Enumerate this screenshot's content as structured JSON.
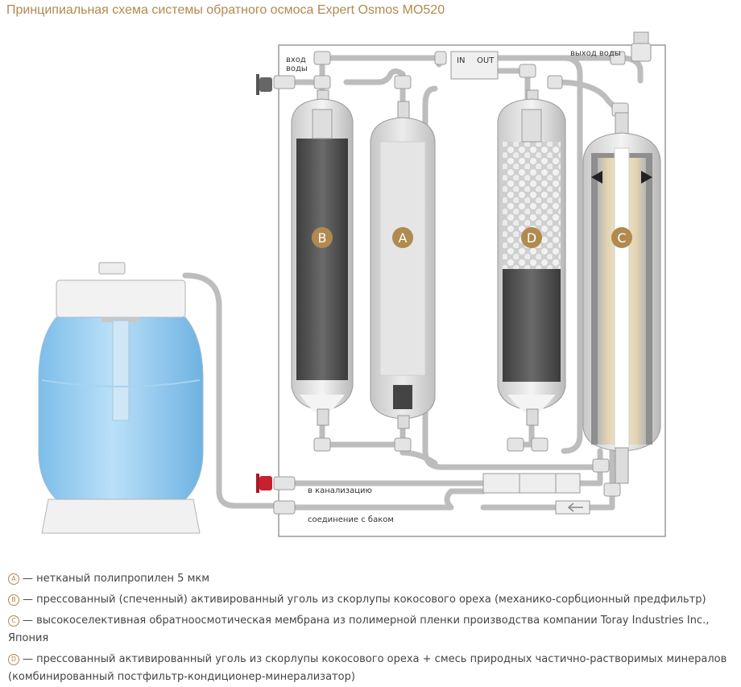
{
  "title": "Принципиальная схема системы обратного осмоса Expert Osmos MO520",
  "labels": {
    "inlet": [
      "вход",
      "воды"
    ],
    "outlet": "выход воды",
    "drain": "в канализацию",
    "tank_connection": "соединение с баком",
    "flow_in": "IN",
    "flow_out": "OUT"
  },
  "filters": [
    {
      "letter": "B"
    },
    {
      "letter": "A"
    },
    {
      "letter": "D"
    },
    {
      "letter": "C"
    }
  ],
  "legend": [
    {
      "badge": "A",
      "text": "— нетканый полипропилен 5 мкм"
    },
    {
      "badge": "B",
      "text": "— прессованный (спеченный) активированный уголь из скорлупы кокосового ореха (механико-сорбционный предфильтр)"
    },
    {
      "badge": "C",
      "text": "— высокоселективная обратноосмотическая мембрана из полимерной пленки производства компании Toray Industries Inc., Япония"
    },
    {
      "badge": "D",
      "text": "— прессованный активированный уголь из скорлупы кокосового ореха + смесь природных частично-растворимых минералов (комбинированный постфильтр-кондиционер-минерализатор)"
    }
  ],
  "colors": {
    "accent": "#b08a4e",
    "panel_border": "#999999",
    "tank_water": "#8cc8ef"
  }
}
